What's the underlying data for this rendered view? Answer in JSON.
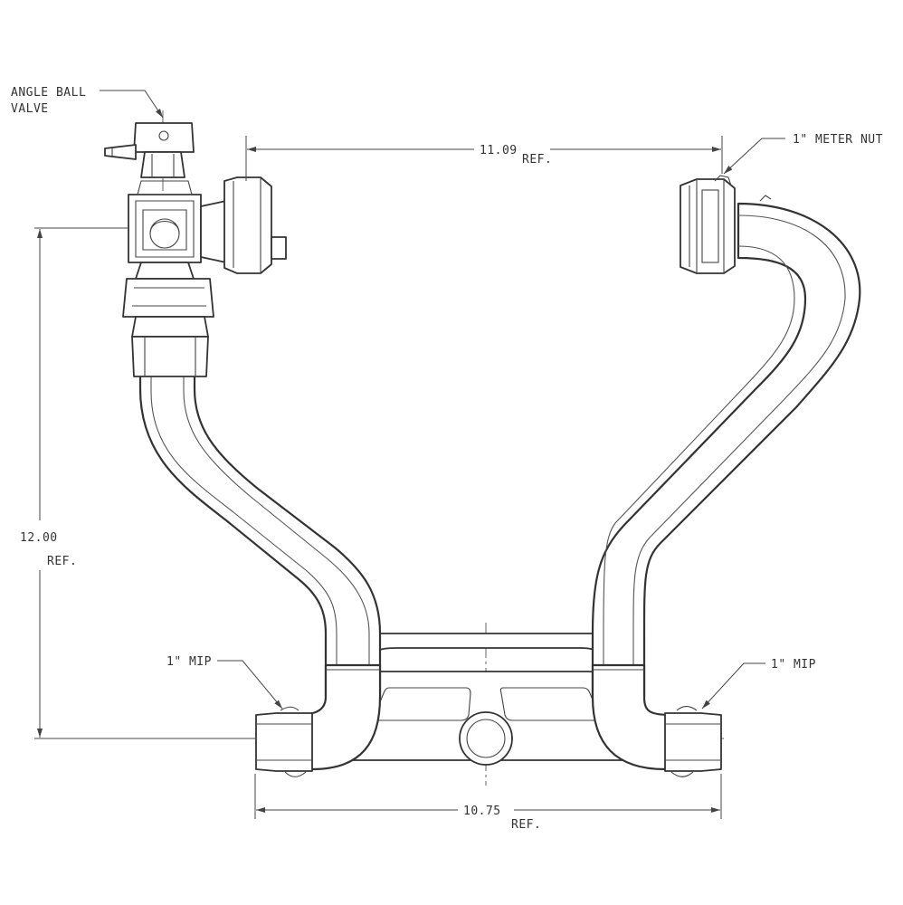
{
  "labels": {
    "angle_ball_valve": "ANGLE BALL",
    "angle_ball_valve_line2": "VALVE",
    "meter_nut": "1\" METER NUT",
    "mip_left": "1\" MIP",
    "mip_right": "1\" MIP"
  },
  "dimensions": {
    "top_value": "11.09",
    "top_ref": "REF.",
    "height_value": "12.00",
    "height_ref": "REF.",
    "bottom_value": "10.75",
    "bottom_ref": "REF."
  },
  "colors": {
    "line": "#333333",
    "background": "#ffffff"
  }
}
